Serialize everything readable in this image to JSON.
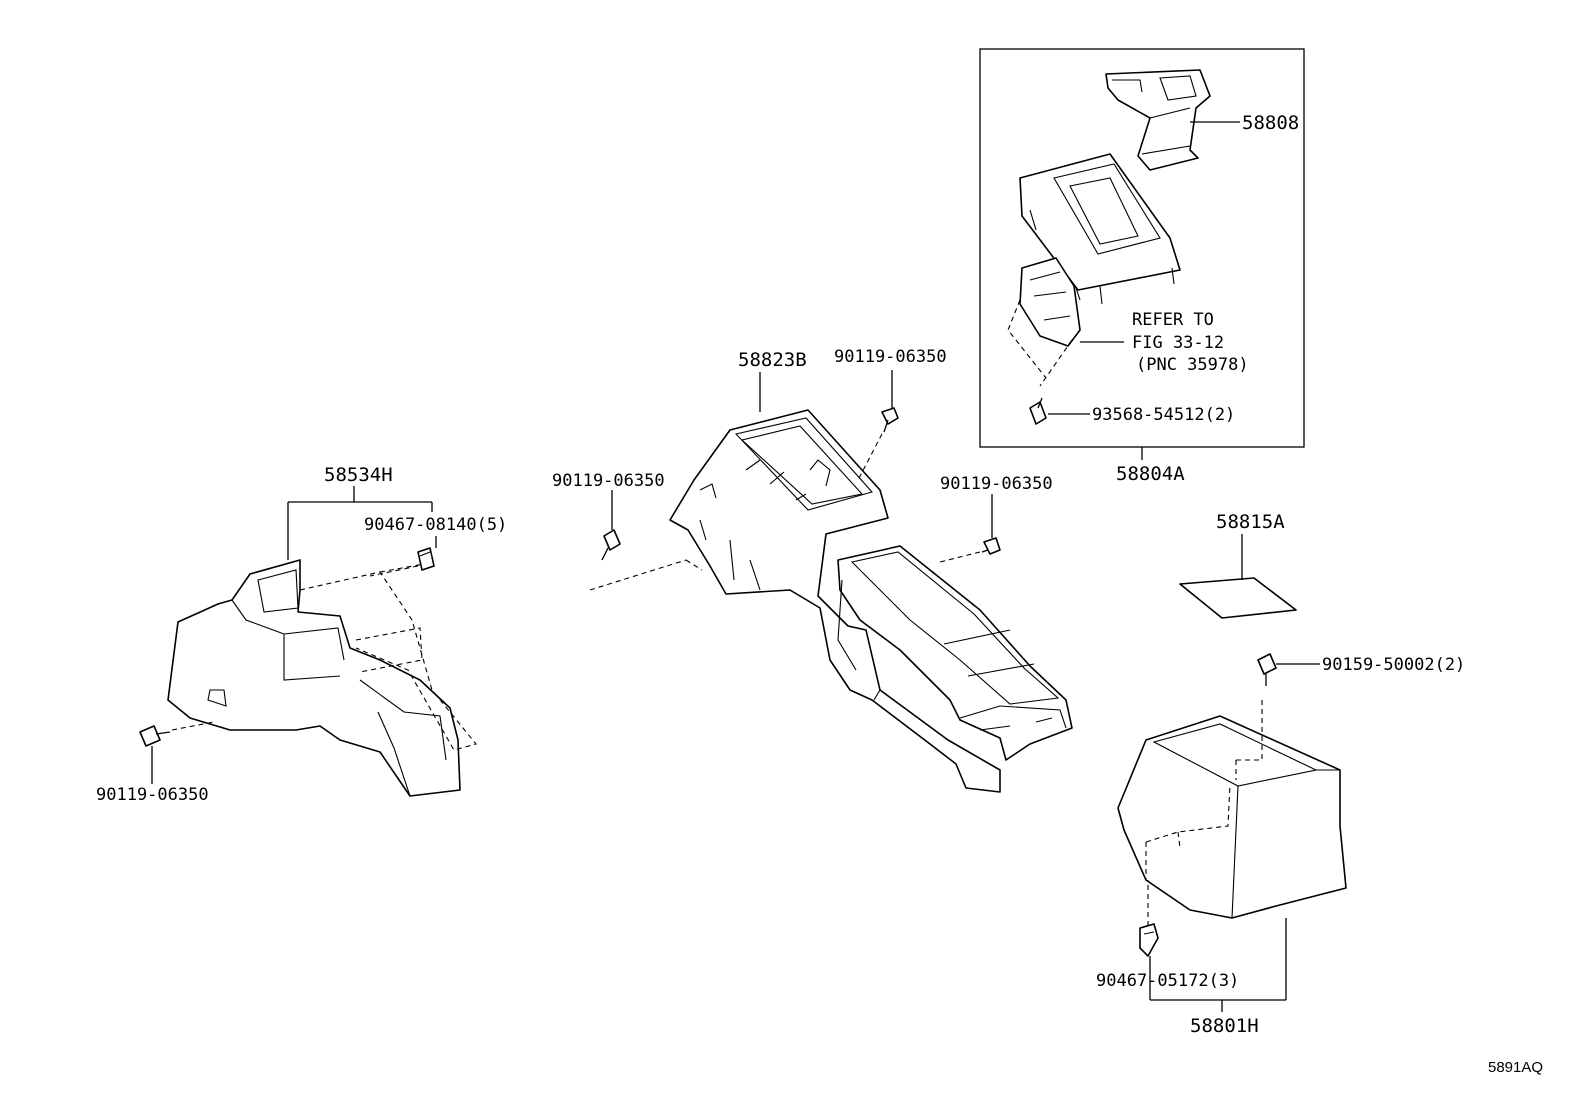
{
  "labels": {
    "p58808": "58808",
    "refer_line1": "REFER TO",
    "refer_line2": "FIG 33-12",
    "refer_line3": "(PNC 35978)",
    "p93568": "93568-54512(2)",
    "p58804A": "58804A",
    "p58823B": "58823B",
    "p90119_top": "90119-06350",
    "p90119_mid_left": "90119-06350",
    "p90119_mid_right": "90119-06350",
    "p58534H": "58534H",
    "p90467_08140": "90467-08140(5)",
    "p90119_bottom_left": "90119-06350",
    "p58815A": "58815A",
    "p90159": "90159-50002(2)",
    "p90467_05172": "90467-05172(3)",
    "p58801H": "58801H"
  },
  "diagram_code": "5891AQ"
}
